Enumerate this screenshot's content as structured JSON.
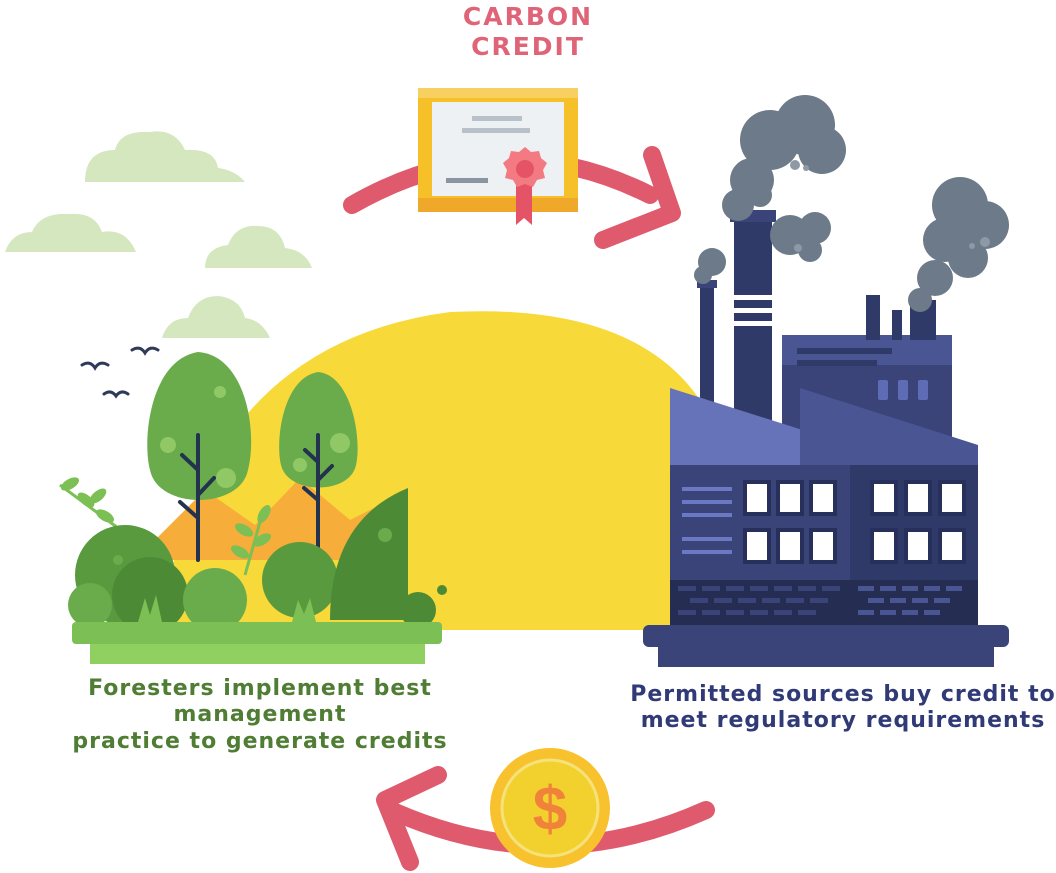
{
  "title": {
    "line1": "CARBON",
    "line2": "CREDIT"
  },
  "forest": {
    "caption_line1": "Foresters implement best management",
    "caption_line2": "practice to generate credits"
  },
  "factory": {
    "caption_line1": "Permitted sources buy credit to",
    "caption_line2": "meet regulatory requirements"
  },
  "coin": {
    "symbol": "$"
  },
  "colors": {
    "title": "#e06478",
    "forest_text": "#4e7d33",
    "factory_text": "#2f3a77",
    "arrow": "#e05a6e",
    "sun": "#f7da3a",
    "certificate_frame": "#f5c028",
    "factory_dark": "#3a4479",
    "smoke": "#6c7a89",
    "tree_green": "#6aac4b",
    "cloud": "#d4e7bf",
    "coin": "#f7c22d"
  },
  "icons": [
    "cloud-icon",
    "bird-icon",
    "tree-icon",
    "certificate-icon",
    "ribbon-seal-icon",
    "factory-icon",
    "smoke-icon",
    "coin-icon",
    "arrow-icon"
  ]
}
